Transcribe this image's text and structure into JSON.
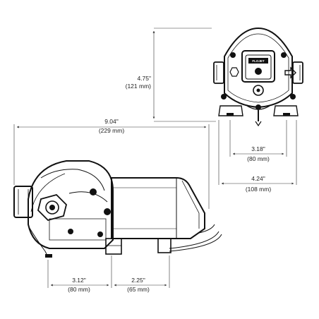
{
  "dimensions": {
    "height": {
      "inches": "4.75\"",
      "mm": "(121 mm)"
    },
    "length": {
      "inches": "9.04\"",
      "mm": "(229 mm)"
    },
    "mount_spacing": {
      "inches": "3.18\"",
      "mm": "(80 mm)"
    },
    "base_width": {
      "inches": "4.24\"",
      "mm": "(108 mm)"
    },
    "front_offset": {
      "inches": "3.12\"",
      "mm": "(80 mm)"
    },
    "foot_spacing": {
      "inches": "2.25\"",
      "mm": "(65 mm)"
    }
  },
  "brand_label": "FLOJET",
  "colors": {
    "ink": "#111111",
    "dimension_line": "#333333",
    "background": "#ffffff"
  }
}
